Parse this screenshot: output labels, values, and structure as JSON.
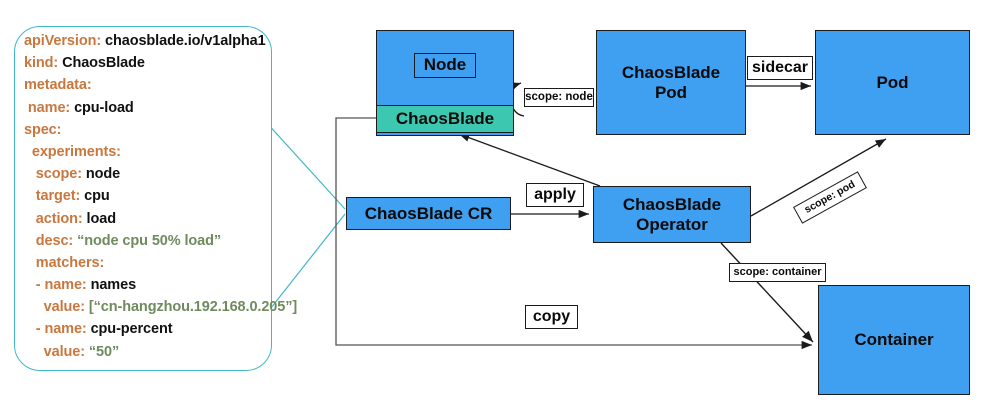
{
  "diagram": {
    "title": "ChaosBlade Kubernetes architecture",
    "colors": {
      "box_fill": "#3f9ff0",
      "chaosblade_fill": "#3cc8b0",
      "callout_border": "#3fb8c8",
      "yaml_key": "#c8783f",
      "yaml_value": "#111111",
      "yaml_string": "#6f8b5e",
      "edge": "#1b1b1b"
    }
  },
  "yaml": {
    "lines": [
      {
        "key": "apiVersion:",
        "value": " chaosblade.io/v1alpha1",
        "indent": 0,
        "type": "value"
      },
      {
        "key": "kind:",
        "value": " ChaosBlade",
        "indent": 0,
        "type": "value"
      },
      {
        "key": "metadata:",
        "value": "",
        "indent": 0,
        "type": "value"
      },
      {
        "key": " name:",
        "value": " cpu-load",
        "indent": 1,
        "type": "value"
      },
      {
        "key": "spec:",
        "value": "",
        "indent": 0,
        "type": "value"
      },
      {
        "key": "  experiments:",
        "value": "",
        "indent": 2,
        "type": "value"
      },
      {
        "key": "   scope:",
        "value": " node",
        "indent": 3,
        "type": "value"
      },
      {
        "key": "   target:",
        "value": " cpu",
        "indent": 3,
        "type": "value"
      },
      {
        "key": "   action:",
        "value": " load",
        "indent": 3,
        "type": "value"
      },
      {
        "key": "   desc:",
        "value": " “node cpu 50% load”",
        "indent": 3,
        "type": "string"
      },
      {
        "key": "   matchers:",
        "value": "",
        "indent": 3,
        "type": "value"
      },
      {
        "key": "   - name:",
        "value": " names",
        "indent": 3,
        "type": "value"
      },
      {
        "key": "     value:",
        "value": " [“cn-hangzhou.192.168.0.205”]",
        "indent": 5,
        "type": "string"
      },
      {
        "key": "   - name:",
        "value": " cpu-percent",
        "indent": 3,
        "type": "value"
      },
      {
        "key": "     value:",
        "value": " “50”",
        "indent": 5,
        "type": "string"
      }
    ]
  },
  "nodes": {
    "node": {
      "label": "Node"
    },
    "chaosblade_agent": {
      "label": "ChaosBlade"
    },
    "chaosblade_pod": {
      "label": "ChaosBlade\nPod"
    },
    "pod": {
      "label": "Pod"
    },
    "chaosblade_cr": {
      "label": "ChaosBlade CR"
    },
    "operator": {
      "label": "ChaosBlade\nOperator"
    },
    "container": {
      "label": "Container"
    }
  },
  "edge_labels": {
    "scope_node": "scope: node",
    "sidecar": "sidecar",
    "apply": "apply",
    "scope_pod": "scope: pod",
    "scope_container": "scope: container",
    "copy": "copy"
  }
}
